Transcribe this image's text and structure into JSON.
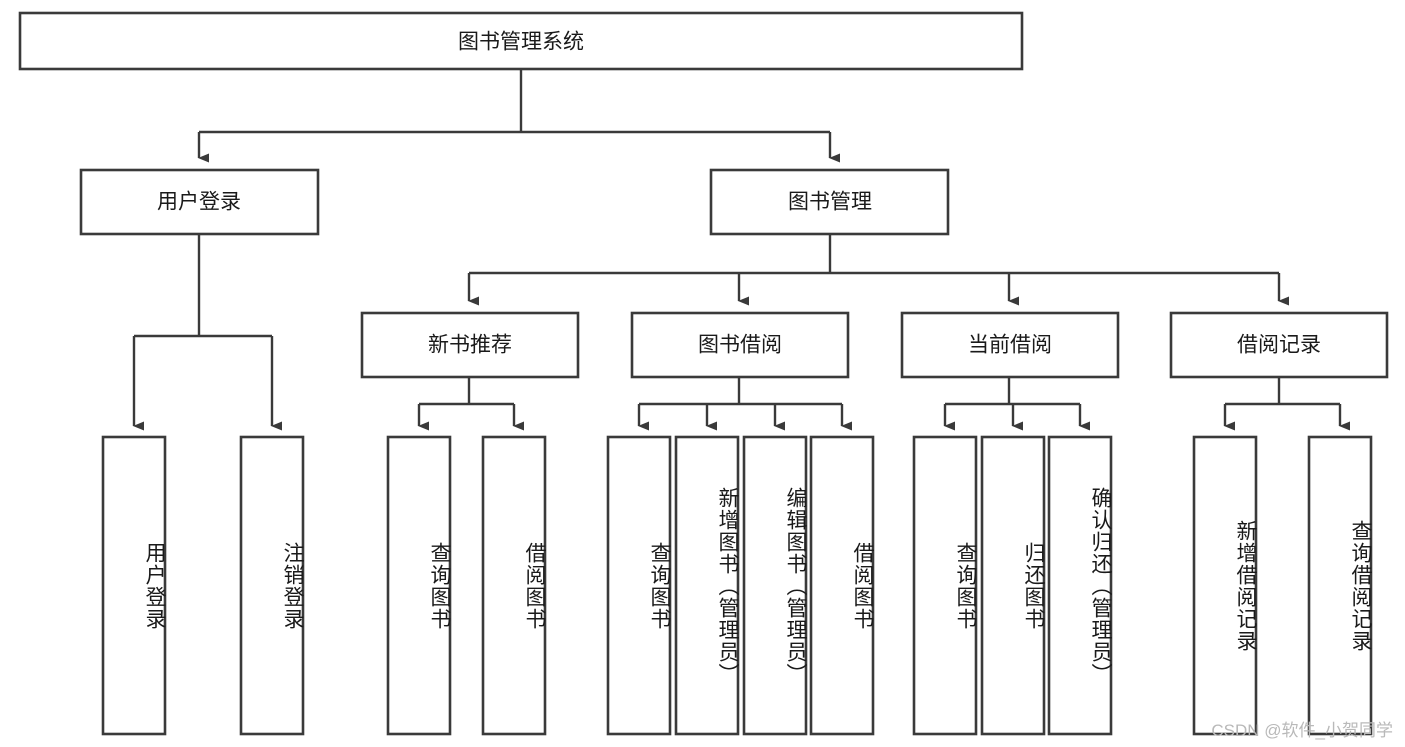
{
  "diagram": {
    "title": "图书管理系统",
    "type": "tree-hierarchy-diagram",
    "root": {
      "label": "图书管理系统"
    },
    "level2": [
      {
        "label": "用户登录"
      },
      {
        "label": "图书管理"
      }
    ],
    "level3": [
      {
        "label": "新书推荐"
      },
      {
        "label": "图书借阅"
      },
      {
        "label": "当前借阅"
      },
      {
        "label": "借阅记录"
      }
    ],
    "leaves": {
      "user_login": [
        {
          "label": "用户登录"
        },
        {
          "label": "注销登录"
        }
      ],
      "new_book_recommend": [
        {
          "label": "查询图书"
        },
        {
          "label": "借阅图书"
        }
      ],
      "book_borrow": [
        {
          "label": "查询图书"
        },
        {
          "label": "新增图书（管理员）"
        },
        {
          "label": "编辑图书（管理员）"
        },
        {
          "label": "借阅图书"
        }
      ],
      "current_borrow": [
        {
          "label": "查询图书"
        },
        {
          "label": "归还图书"
        },
        {
          "label": "确认归还（管理员）"
        }
      ],
      "borrow_record": [
        {
          "label": "新增借阅记录"
        },
        {
          "label": "查询借阅记录"
        }
      ]
    }
  },
  "watermark": {
    "text": "CSDN @软件_小贺同学"
  },
  "colors": {
    "stroke": "#3a3a3a",
    "fill": "#ffffff",
    "text": "#1a1a1a",
    "watermark": "#b9b9b9"
  }
}
